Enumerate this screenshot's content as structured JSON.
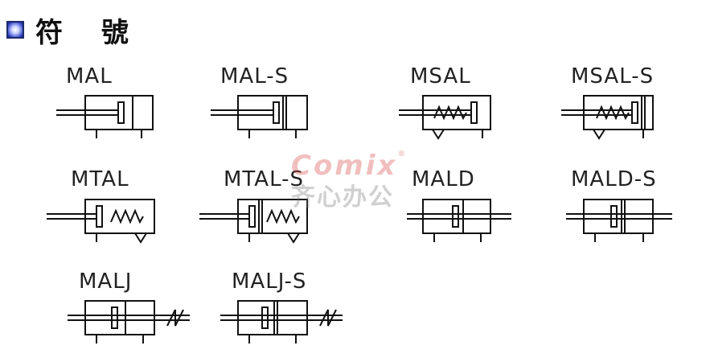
{
  "header": {
    "title": "符 號",
    "icon": "square-bullet-icon"
  },
  "symbols": [
    {
      "label": "MAL"
    },
    {
      "label": "MAL-S"
    },
    {
      "label": "MSAL"
    },
    {
      "label": "MSAL-S"
    },
    {
      "label": "MTAL"
    },
    {
      "label": "MTAL-S"
    },
    {
      "label": "MALD"
    },
    {
      "label": "MALD-S"
    },
    {
      "label": "MALJ"
    },
    {
      "label": "MALJ-S"
    }
  ],
  "watermark": {
    "brand": "Comix",
    "reg": "®",
    "cn": "齐心办公"
  }
}
